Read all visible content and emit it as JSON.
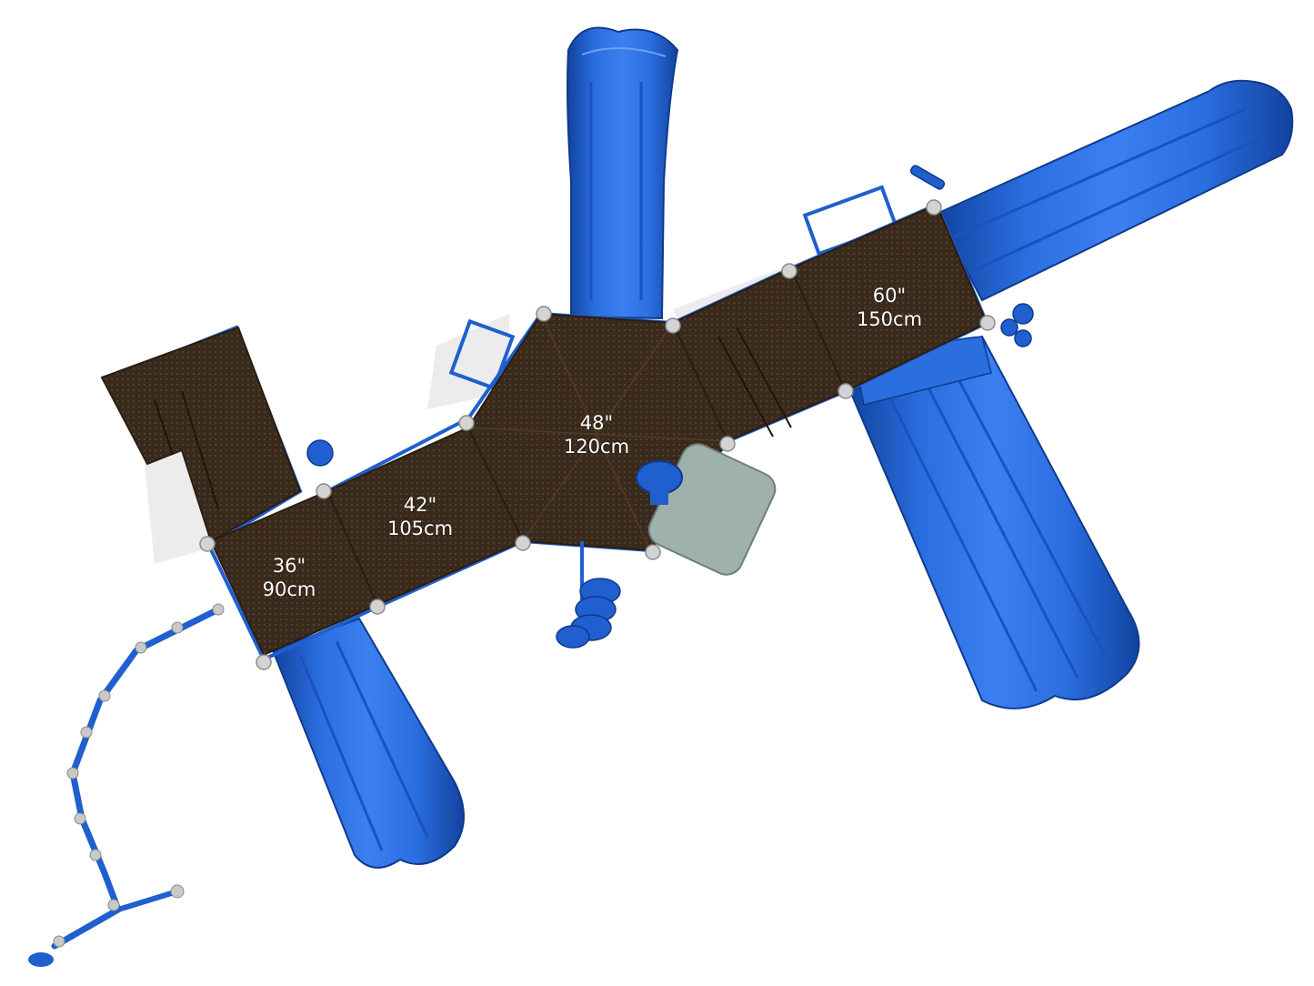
{
  "colors": {
    "slide_blue": "#1f5fcf",
    "slide_blue_light": "#3d7ff0",
    "slide_blue_dark": "#12439f",
    "deck_brown": "#3a2a1c",
    "deck_brown_dark": "#2a1d12",
    "post_cap": "#c9c9c9",
    "panel_gray": "#9fb1ad",
    "shadow": "#e6e6e6"
  },
  "decks": [
    {
      "id": "deck-36",
      "height_in": "36\"",
      "height_cm": "90cm"
    },
    {
      "id": "deck-42",
      "height_in": "42\"",
      "height_cm": "105cm"
    },
    {
      "id": "deck-48",
      "height_in": "48\"",
      "height_cm": "120cm"
    },
    {
      "id": "deck-60",
      "height_in": "60\"",
      "height_cm": "150cm"
    }
  ]
}
